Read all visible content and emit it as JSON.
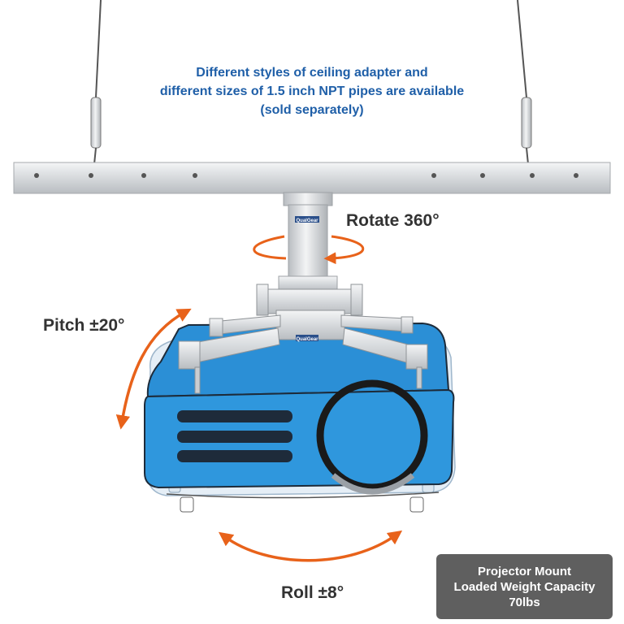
{
  "headline": {
    "line1": "Different styles of ceiling adapter and",
    "line2": "different sizes of 1.5 inch NPT pipes are available",
    "line3": "(sold separately)"
  },
  "labels": {
    "rotate": "Rotate 360°",
    "pitch": "Pitch ±20°",
    "roll": "Roll ±8°"
  },
  "capacity": {
    "line1": "Projector Mount",
    "line2": "Loaded Weight Capacity",
    "line3": "70lbs"
  },
  "brand": "QualGear",
  "colors": {
    "headline": "#1f5fa8",
    "arrow": "#e8621a",
    "projector_body": "#2b8fd6",
    "mount_metal": "#d9dde0",
    "capacity_box": "#5f5f5f"
  }
}
